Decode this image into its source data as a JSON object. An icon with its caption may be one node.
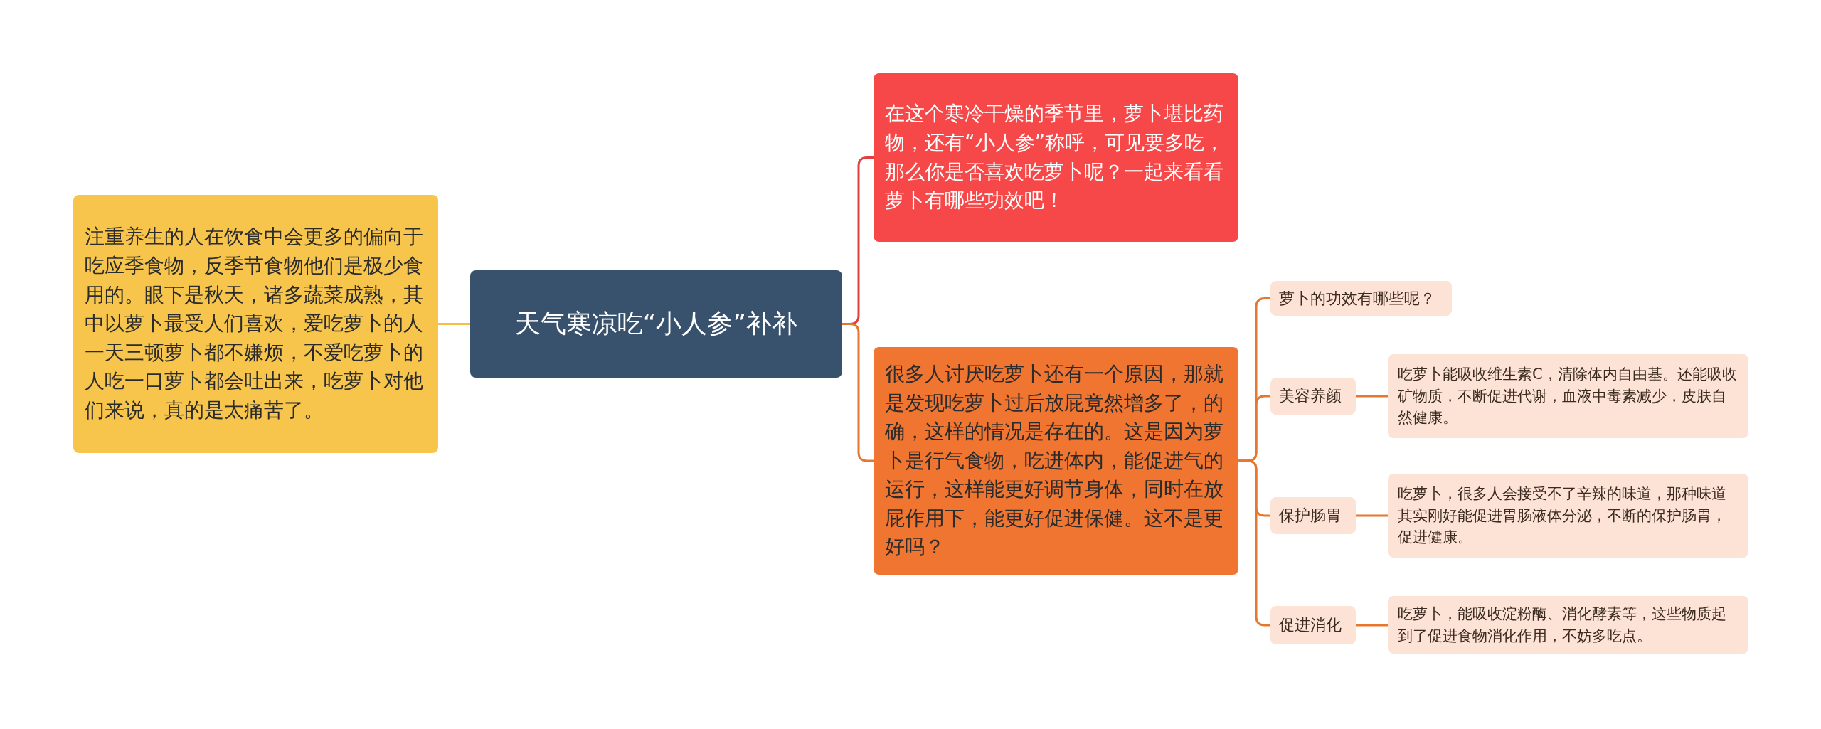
{
  "diagram": {
    "nodes": [
      {
        "text": [
          "天气寒凉吃“小人参”补补"
        ]
      },
      {
        "text": [
          "注重养生的人在饮食中会更多的偏向于吃应季食物，反季节食物他们是极少食用的。眼下是秋天，诸多蔬菜成熟，其中以萝卜最受人们喜欢，爱吃萝卜的人一天三顿萝卜都不嫌烦，不爱吃萝卜的人吃一口萝卜都会吐出来，吃萝卜对他们来说，真的是太痛苦了。"
        ]
      },
      {
        "text": [
          "在这个寒冷干燥的季节里，萝卜堪比药物，还有“小人参”称呼，可见要多吃，那么你是否喜欢吃萝卜呢？一起来看看萝卜有哪些功效吧！"
        ]
      },
      {
        "text": [
          "很多人讨厌吃萝卜还有一个原因，那就是发现吃萝卜过后放屁竟然增多了，的确，这样的情况是存在的。这是因为萝卜是行气食物，吃进体内，能促进气的运行，这样能更好调节身体，同时在放屁作用下，能更好促进保健。这不是更好吗？"
        ]
      },
      {
        "text": [
          "萝卜的功效有哪些呢？"
        ]
      },
      {
        "text": [
          "美容养颜"
        ]
      },
      {
        "text": [
          "吃萝卜能吸收维生素C，清除体内自由基。还能吸收矿物质，不断促进代谢，血液中毒素减少，皮肤自然健康。"
        ]
      },
      {
        "text": [
          "保护肠胃"
        ]
      },
      {
        "text": [
          "吃萝卜，很多人会接受不了辛辣的味道，那种味道其实刚好能促进胃肠液体分泌，不断的保护肠胃，促进健康。"
        ]
      },
      {
        "text": [
          "促进消化"
        ]
      },
      {
        "text": [
          "吃萝卜，能吸收淀粉酶、消化酵素等，这些物质起到了促进食物消化作用，不妨多吃点。"
        ]
      }
    ],
    "edges": [
      {
        "from": 0,
        "to": 1,
        "arrow": "none",
        "color": "#f5c042"
      },
      {
        "from": 0,
        "to": 2,
        "arrow": "none",
        "color": "#e0403f"
      },
      {
        "from": 0,
        "to": 3,
        "arrow": "none"
      },
      {
        "from": 3,
        "to": 4,
        "arrow": "none"
      },
      {
        "from": 3,
        "to": 5,
        "arrow": "none"
      },
      {
        "from": 3,
        "to": 7,
        "arrow": "none"
      },
      {
        "from": 3,
        "to": 9,
        "arrow": "none"
      },
      {
        "from": 5,
        "to": 6,
        "arrow": "none"
      },
      {
        "from": 7,
        "to": 8,
        "arrow": "none"
      },
      {
        "from": 9,
        "to": 10,
        "arrow": "none"
      }
    ]
  }
}
